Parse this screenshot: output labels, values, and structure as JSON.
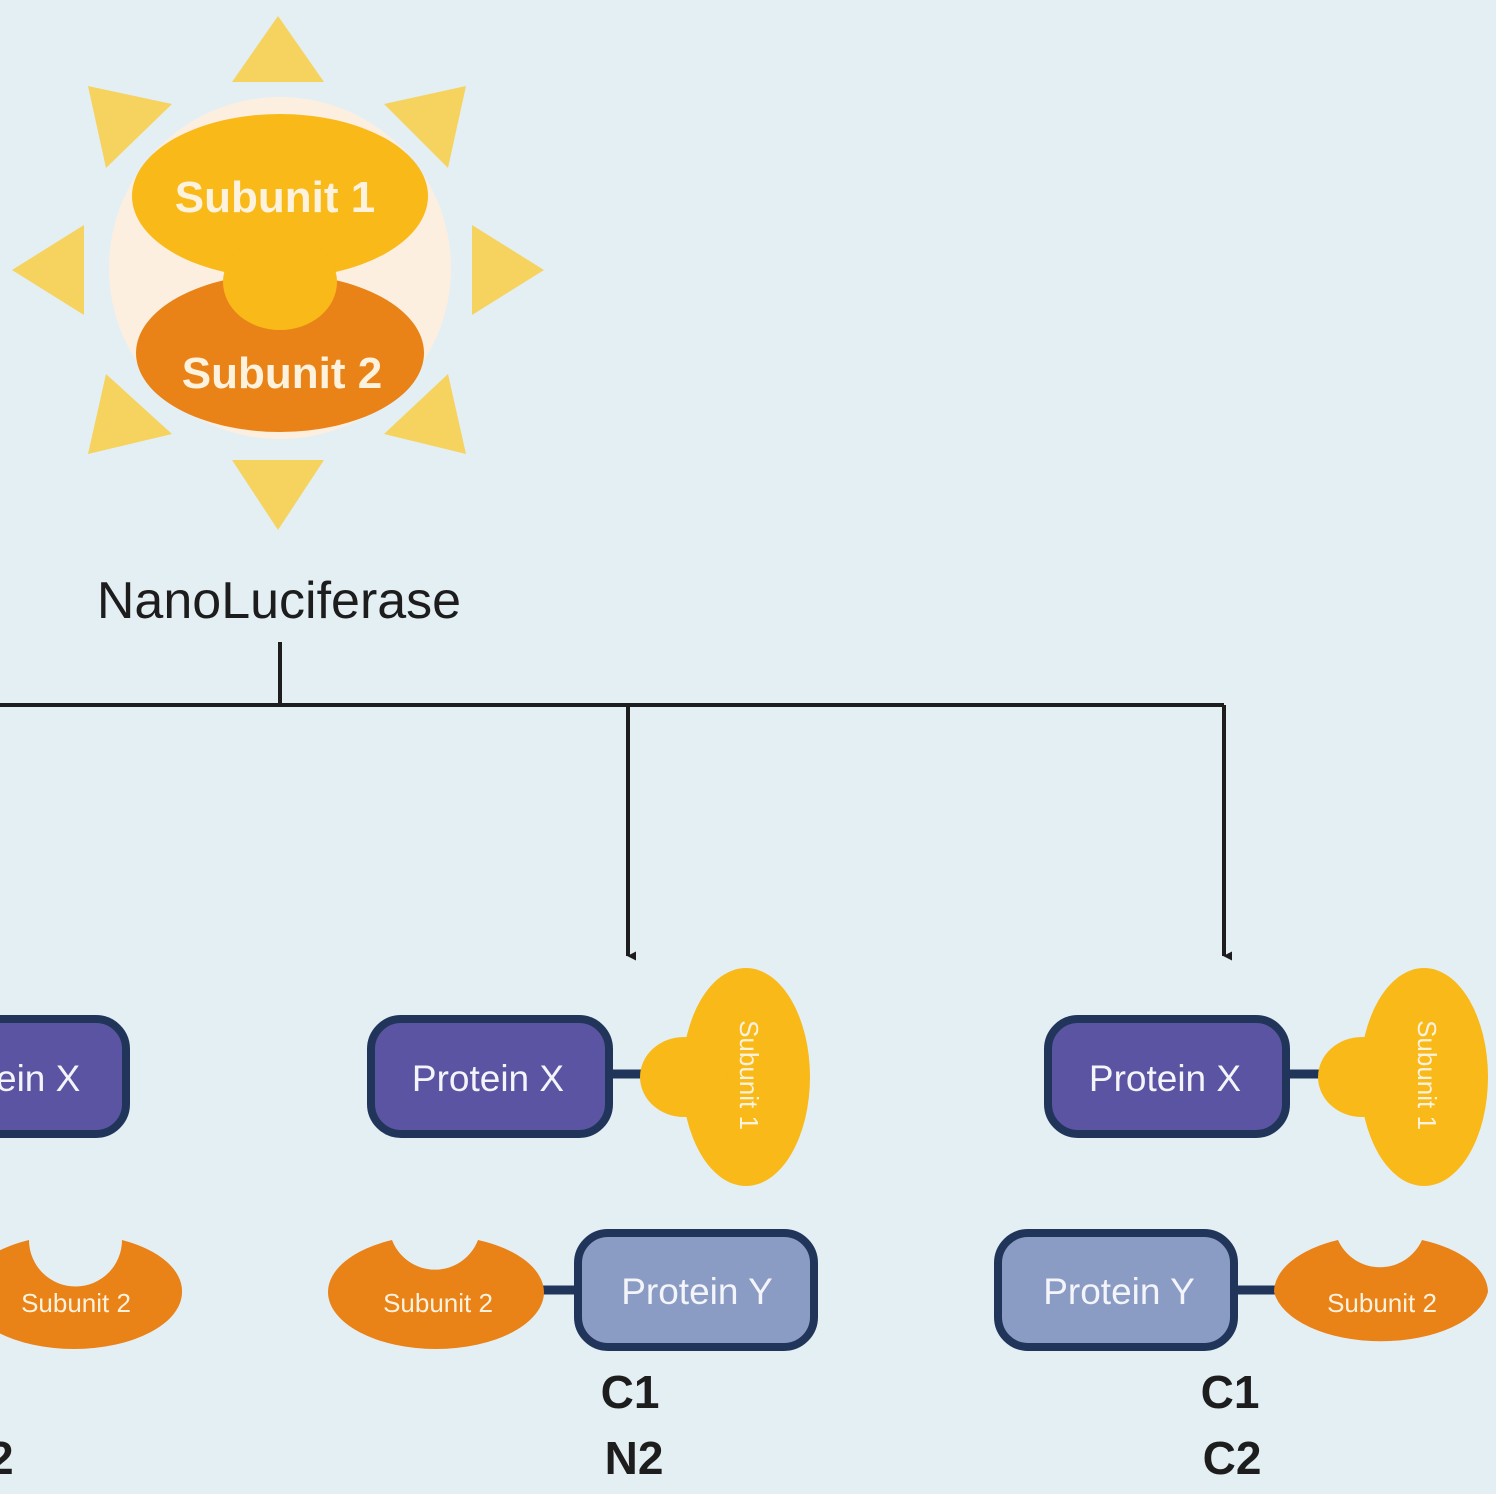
{
  "sun": {
    "subunit1": "Subunit 1",
    "subunit2": "Subunit 2",
    "caption": "NanoLuciferase"
  },
  "protein_x": "Protein X",
  "protein_x_clipped": "ein X",
  "protein_y": "Protein Y",
  "subunit1_label": "Subunit 1",
  "subunit2_label": "Subunit 2",
  "columns": [
    {
      "code_top": "",
      "code_bottom": "2"
    },
    {
      "code_top": "C1",
      "code_bottom": "N2"
    },
    {
      "code_top": "C1",
      "code_bottom": "C2"
    }
  ],
  "colors": {
    "background": "#e4eff4",
    "ray": "#f6d35e",
    "halo": "#fdefe0",
    "subunit1": "#f8b919",
    "subunit2": "#e98217",
    "protein_x": "#5b54a2",
    "protein_y": "#8a9cc4",
    "outline": "#21355a",
    "line": "#1d1d1d"
  }
}
